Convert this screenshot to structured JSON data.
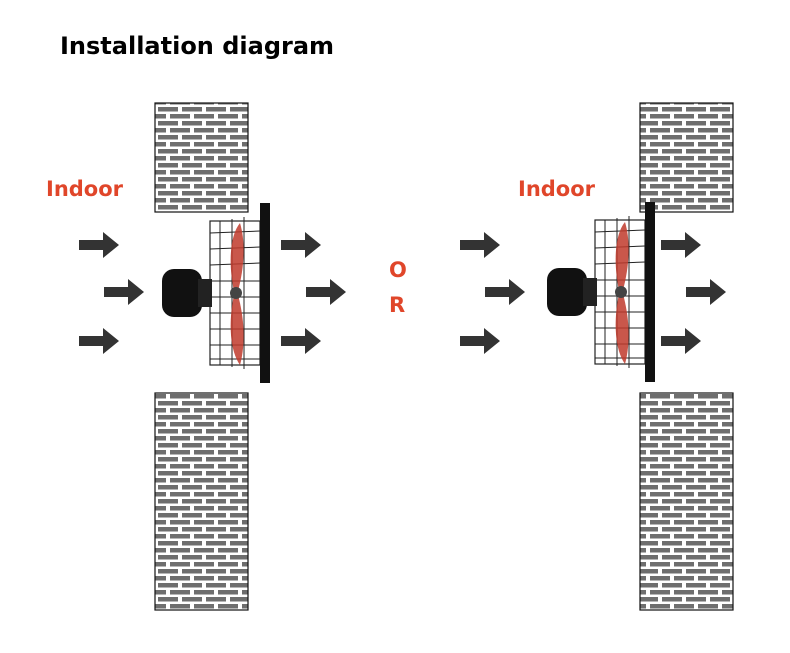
{
  "title": "Installation diagram",
  "labels": {
    "indoor_left": "Indoor",
    "indoor_right": "Indoor",
    "or_o": "O",
    "or_r": "R"
  },
  "colors": {
    "accent_red": "#e0462a",
    "brick": "#6e6e6e",
    "arrow": "#333333",
    "fan_blade": "#c0392b"
  },
  "icons": [
    "brick-wall",
    "exhaust-fan",
    "airflow-arrow"
  ]
}
